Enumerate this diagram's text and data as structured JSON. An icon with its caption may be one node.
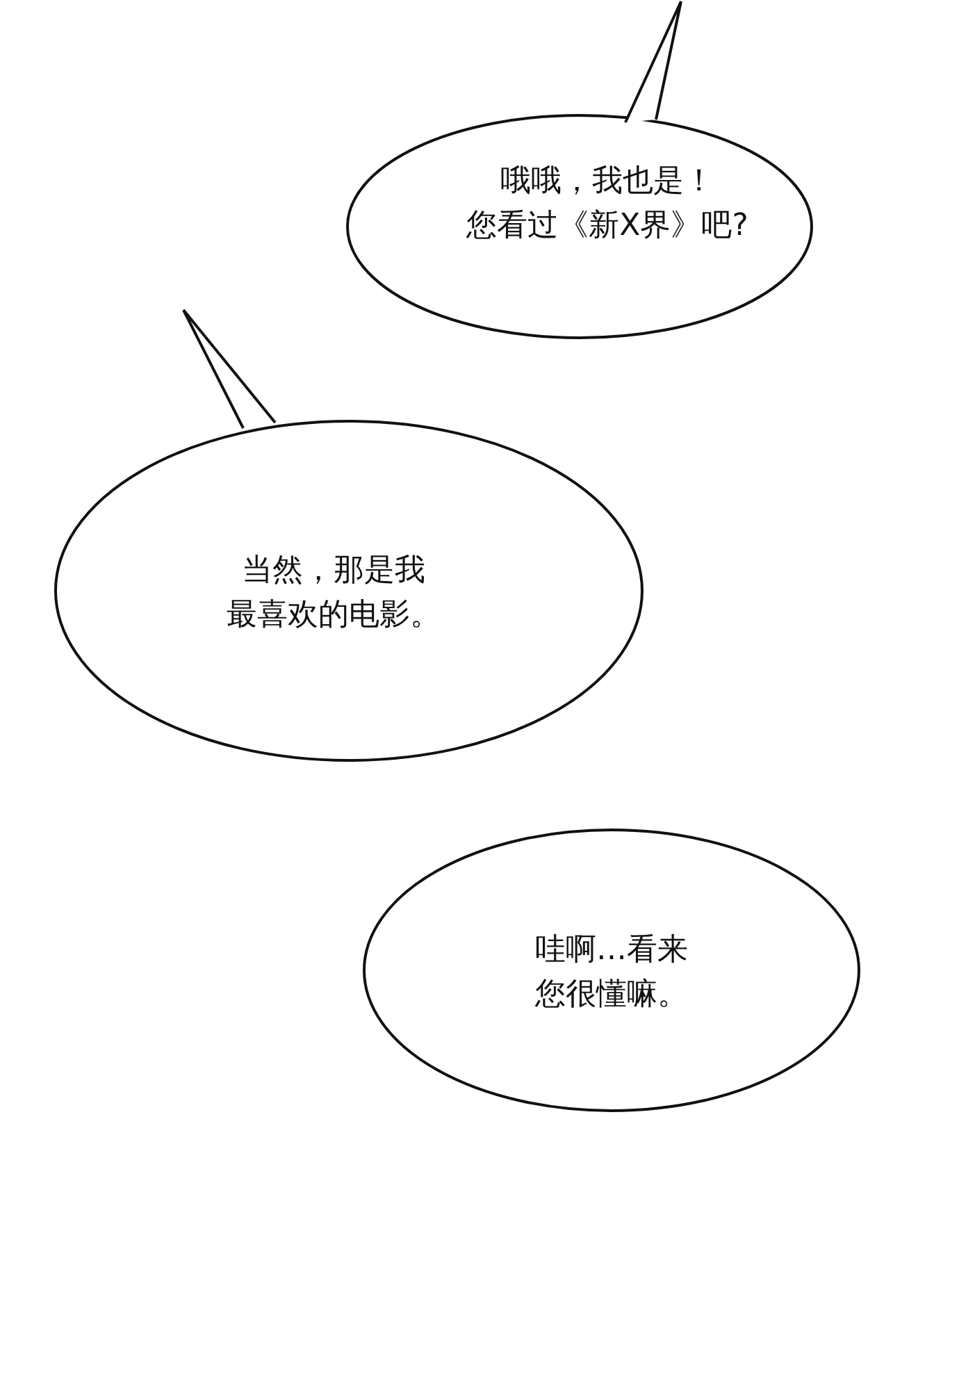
{
  "diagram": {
    "nodes": [
      {
        "text": [
          "哦哦，我也是！您看过《新X界》吧?"
        ]
      },
      {
        "text": [
          "当然，那是我最喜欢的电影。"
        ]
      },
      {
        "text": [
          "哇啊…看来您很懂嘛。"
        ]
      }
    ]
  }
}
